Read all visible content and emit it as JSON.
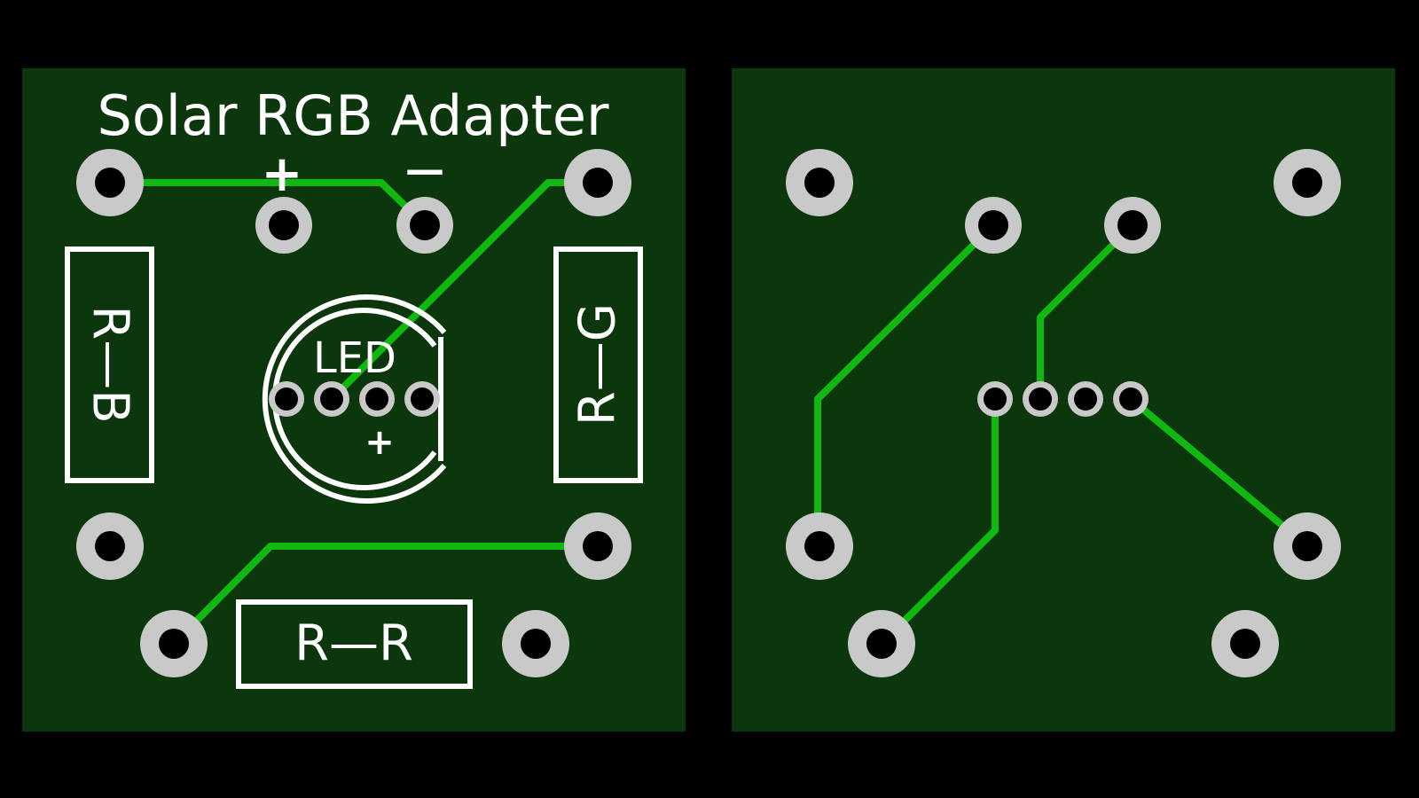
{
  "colors": {
    "background": "#000000",
    "board": "#0c370c",
    "trace": "#12b812",
    "silkscreen": "#ffffff",
    "pad": "#c9c9c9",
    "drill": "#000000"
  },
  "top_board": {
    "title": "Solar RGB Adapter",
    "plus_label": "+",
    "minus_label": "—",
    "led_label": "LED",
    "led_polarity_label": "+",
    "resistor_b_label": "R—B",
    "resistor_g_label": "R—G",
    "resistor_r_label": "R—R"
  },
  "bottom_board": {}
}
